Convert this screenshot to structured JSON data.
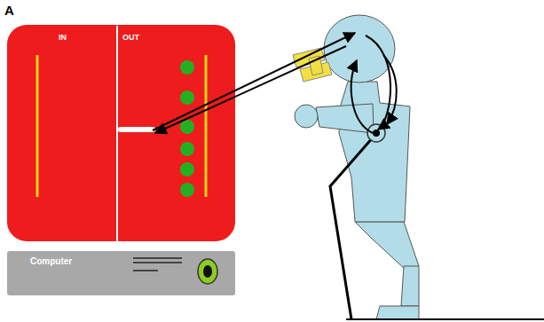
{
  "diagram": {
    "nodes": [
      {
        "text": [
          "IN",
          "OUT"
        ]
      },
      {
        "text": [
          "Computer"
        ]
      }
    ],
    "labels": [
      "A"
    ]
  }
}
